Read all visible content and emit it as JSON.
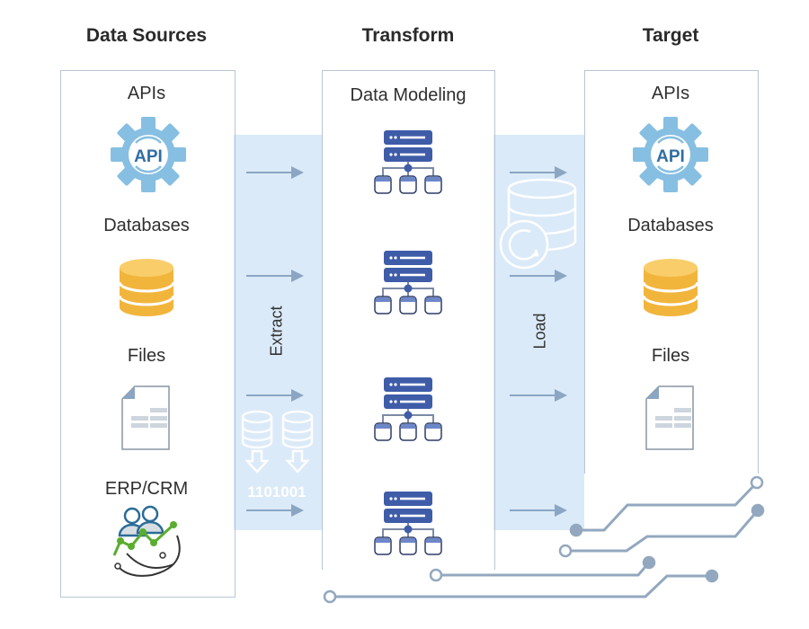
{
  "headers": {
    "sources": "Data Sources",
    "transform": "Transform",
    "target": "Target"
  },
  "sources": [
    {
      "label": "APIs",
      "icon": "api-gear-icon"
    },
    {
      "label": "Databases",
      "icon": "database-icon"
    },
    {
      "label": "Files",
      "icon": "file-icon"
    },
    {
      "label": "ERP/CRM",
      "icon": "erp-crm-icon"
    }
  ],
  "transform": {
    "label": "Data Modeling",
    "icon": "server-hierarchy-icon"
  },
  "stages": {
    "extract": "Extract",
    "load": "Load"
  },
  "api_icon_text": "API",
  "binary_text": "1101001",
  "targets": [
    {
      "label": "APIs",
      "icon": "api-gear-icon"
    },
    {
      "label": "Databases",
      "icon": "database-icon"
    },
    {
      "label": "Files",
      "icon": "file-icon"
    }
  ],
  "colors": {
    "band": "#dbeaf8",
    "arrow": "#8aa6c3",
    "server": "#3f5ca8",
    "gear": "#86bfe2",
    "database": "#f2b53c",
    "circuit": "#93a8bf"
  }
}
